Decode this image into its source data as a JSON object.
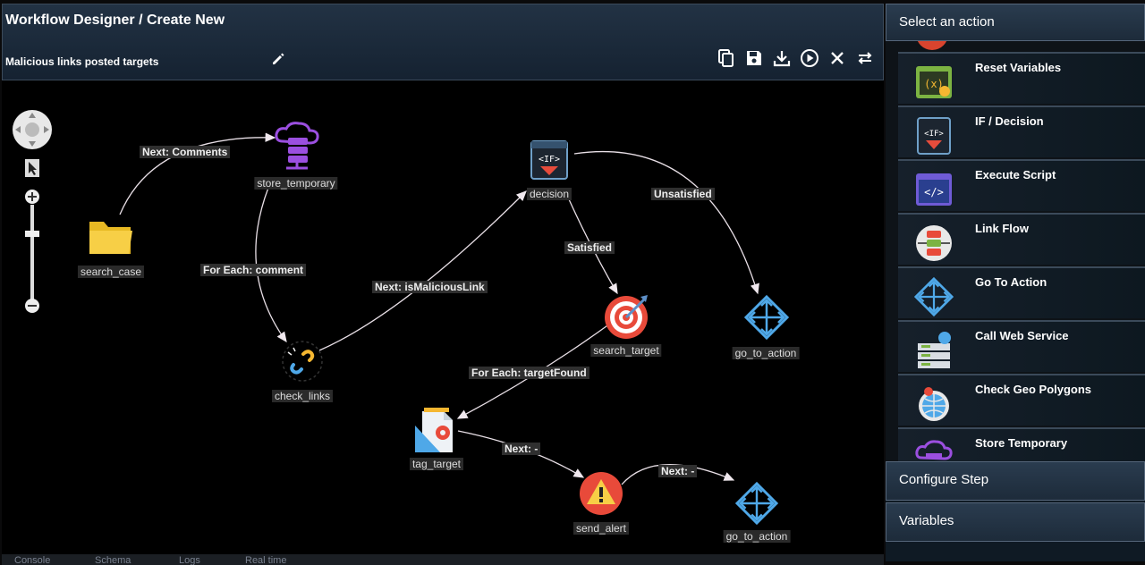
{
  "header": {
    "title": "Workflow Designer / Create New",
    "workflow_name": "Malicious links posted targets"
  },
  "toolbar": {
    "icons": [
      "copy-icon",
      "save-icon",
      "download-icon",
      "play-icon",
      "close-icon",
      "swap-icon"
    ]
  },
  "nodes": {
    "search_case": "search_case",
    "store_temporary": "store_temporary",
    "check_links": "check_links",
    "decision": "decision",
    "search_target": "search_target",
    "go_to_action_1": "go_to_action",
    "tag_target": "tag_target",
    "send_alert": "send_alert",
    "go_to_action_2": "go_to_action"
  },
  "edges": {
    "e1": "Next: Comments",
    "e2": "For Each: comment",
    "e3": "Next: isMaliciousLink",
    "e4": "Satisfied",
    "e5": "Unsatisfied",
    "e6": "For Each: targetFound",
    "e7": "Next: -",
    "e8": "Next: -"
  },
  "bottom_tabs": [
    "Console",
    "Schema",
    "Logs",
    "Real time"
  ],
  "sidebar": {
    "select_action": "Select an action",
    "actions": [
      {
        "label": "Reset Variables",
        "icon": "reset-variables-icon"
      },
      {
        "label": "IF / Decision",
        "icon": "if-decision-icon"
      },
      {
        "label": "Execute Script",
        "icon": "execute-script-icon"
      },
      {
        "label": "Link Flow",
        "icon": "link-flow-icon"
      },
      {
        "label": "Go To Action",
        "icon": "go-to-action-icon"
      },
      {
        "label": "Call Web Service",
        "icon": "web-service-icon"
      },
      {
        "label": "Check Geo Polygons",
        "icon": "geo-polygons-icon"
      },
      {
        "label": "Store Temporary",
        "icon": "store-temporary-icon"
      }
    ],
    "configure_step": "Configure Step",
    "variables": "Variables"
  },
  "colors": {
    "header_bg": "#1b2a3a",
    "canvas_bg": "#000000",
    "edge": "#e8e0e6",
    "accent_purple": "#8e44d9",
    "accent_red": "#e74c3c"
  }
}
